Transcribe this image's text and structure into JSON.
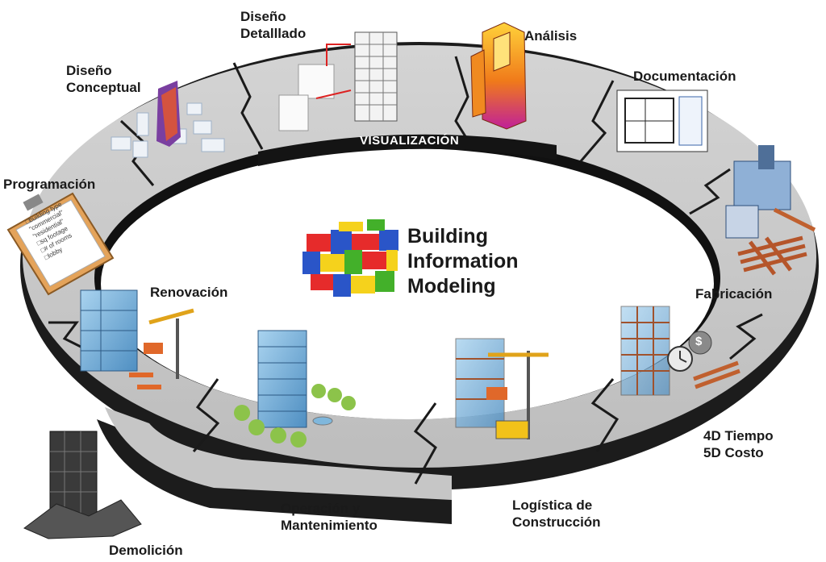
{
  "center": {
    "line1": "Building",
    "line2": "Information",
    "line3": "Modeling"
  },
  "ring_label": "VISUALIZACIÓN",
  "stages": {
    "diseno_detallado": {
      "l1": "Diseño",
      "l2": "Detalllado"
    },
    "analisis": "Análisis",
    "diseno_conceptual": {
      "l1": "Diseño",
      "l2": "Conceptual"
    },
    "documentacion": "Documentación",
    "programacion": "Programación",
    "fabricacion": "Fabricación",
    "renovacion": "Renovación",
    "tiempo_costo": {
      "l1": "4D Tiempo",
      "l2": "5D Costo"
    },
    "demolicion": "Demolición",
    "operacion": {
      "l1": "Operación y",
      "l2": "Mantenimiento"
    },
    "logistica": {
      "l1": "Logística de",
      "l2": "Construcción"
    }
  },
  "clipboard_lines": [
    "□building type",
    "\"commercial\"",
    "\"residential\"",
    "□sq footage",
    "□# of rooms",
    "□lobby"
  ],
  "cost_symbol": "$",
  "colors": {
    "ring_top": "#c9c9c9",
    "ring_edge": "#1a1a1a",
    "accent_orange": "#e0682a",
    "glass_blue": "#7fb7dc"
  }
}
